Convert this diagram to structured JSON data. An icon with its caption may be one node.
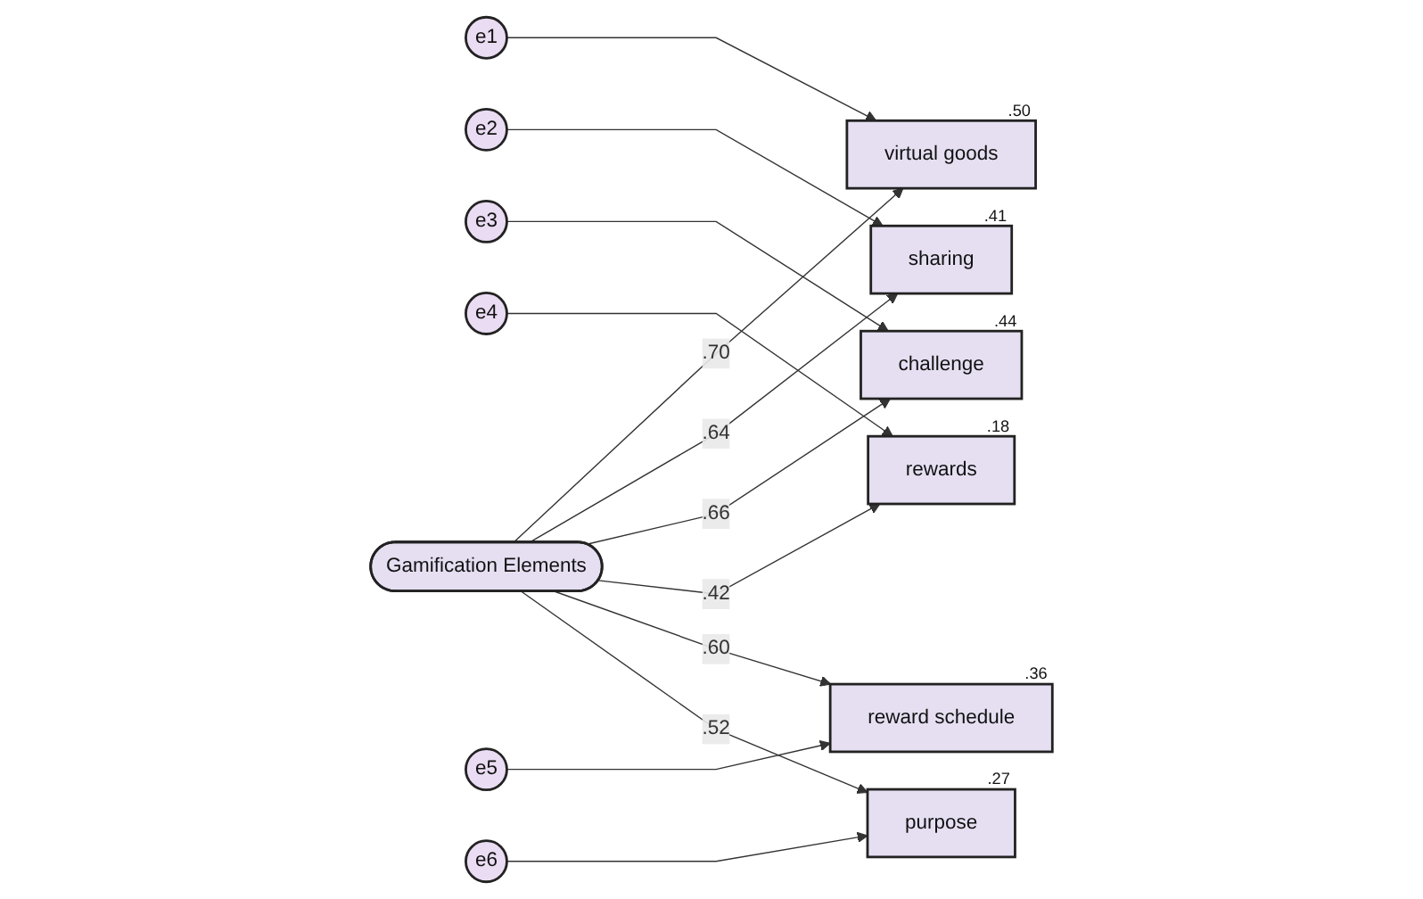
{
  "diagram": {
    "nodes": [
      {
        "text": [
          "e1"
        ]
      },
      {
        "text": [
          "virtual goods"
        ],
        "beside": [
          ".50"
        ]
      },
      {
        "text": [
          "e2"
        ]
      },
      {
        "text": [
          "sharing"
        ],
        "beside": [
          ".41"
        ]
      },
      {
        "text": [
          "e3"
        ]
      },
      {
        "text": [
          "challenge"
        ],
        "beside": [
          ".44"
        ]
      },
      {
        "text": [
          "e4"
        ]
      },
      {
        "text": [
          "rewards"
        ],
        "beside": [
          ".18"
        ]
      },
      {
        "text": [
          "e5"
        ]
      },
      {
        "text": [
          "reward schedule"
        ],
        "beside": [
          ".36"
        ]
      },
      {
        "text": [
          "e6"
        ]
      },
      {
        "text": [
          "purpose"
        ],
        "beside": [
          ".27"
        ]
      },
      {
        "text": [
          "Gamification Elements"
        ]
      }
    ],
    "edges": [
      {
        "from": 0,
        "to": 1,
        "arrow": "to"
      },
      {
        "from": 2,
        "to": 3,
        "arrow": "to"
      },
      {
        "from": 4,
        "to": 5,
        "arrow": "to"
      },
      {
        "from": 6,
        "to": 7,
        "arrow": "to"
      },
      {
        "from": 8,
        "to": 9,
        "arrow": "to"
      },
      {
        "from": 10,
        "to": 11,
        "arrow": "to"
      },
      {
        "from": 12,
        "to": 1,
        "label": ".70",
        "arrow": "to"
      },
      {
        "from": 12,
        "to": 3,
        "label": ".64",
        "arrow": "to"
      },
      {
        "from": 12,
        "to": 5,
        "label": ".66",
        "arrow": "to"
      },
      {
        "from": 12,
        "to": 7,
        "label": ".42",
        "arrow": "to"
      },
      {
        "from": 12,
        "to": 9,
        "label": ".60",
        "arrow": "to"
      },
      {
        "from": 12,
        "to": 11,
        "label": ".52",
        "arrow": "to"
      }
    ]
  }
}
